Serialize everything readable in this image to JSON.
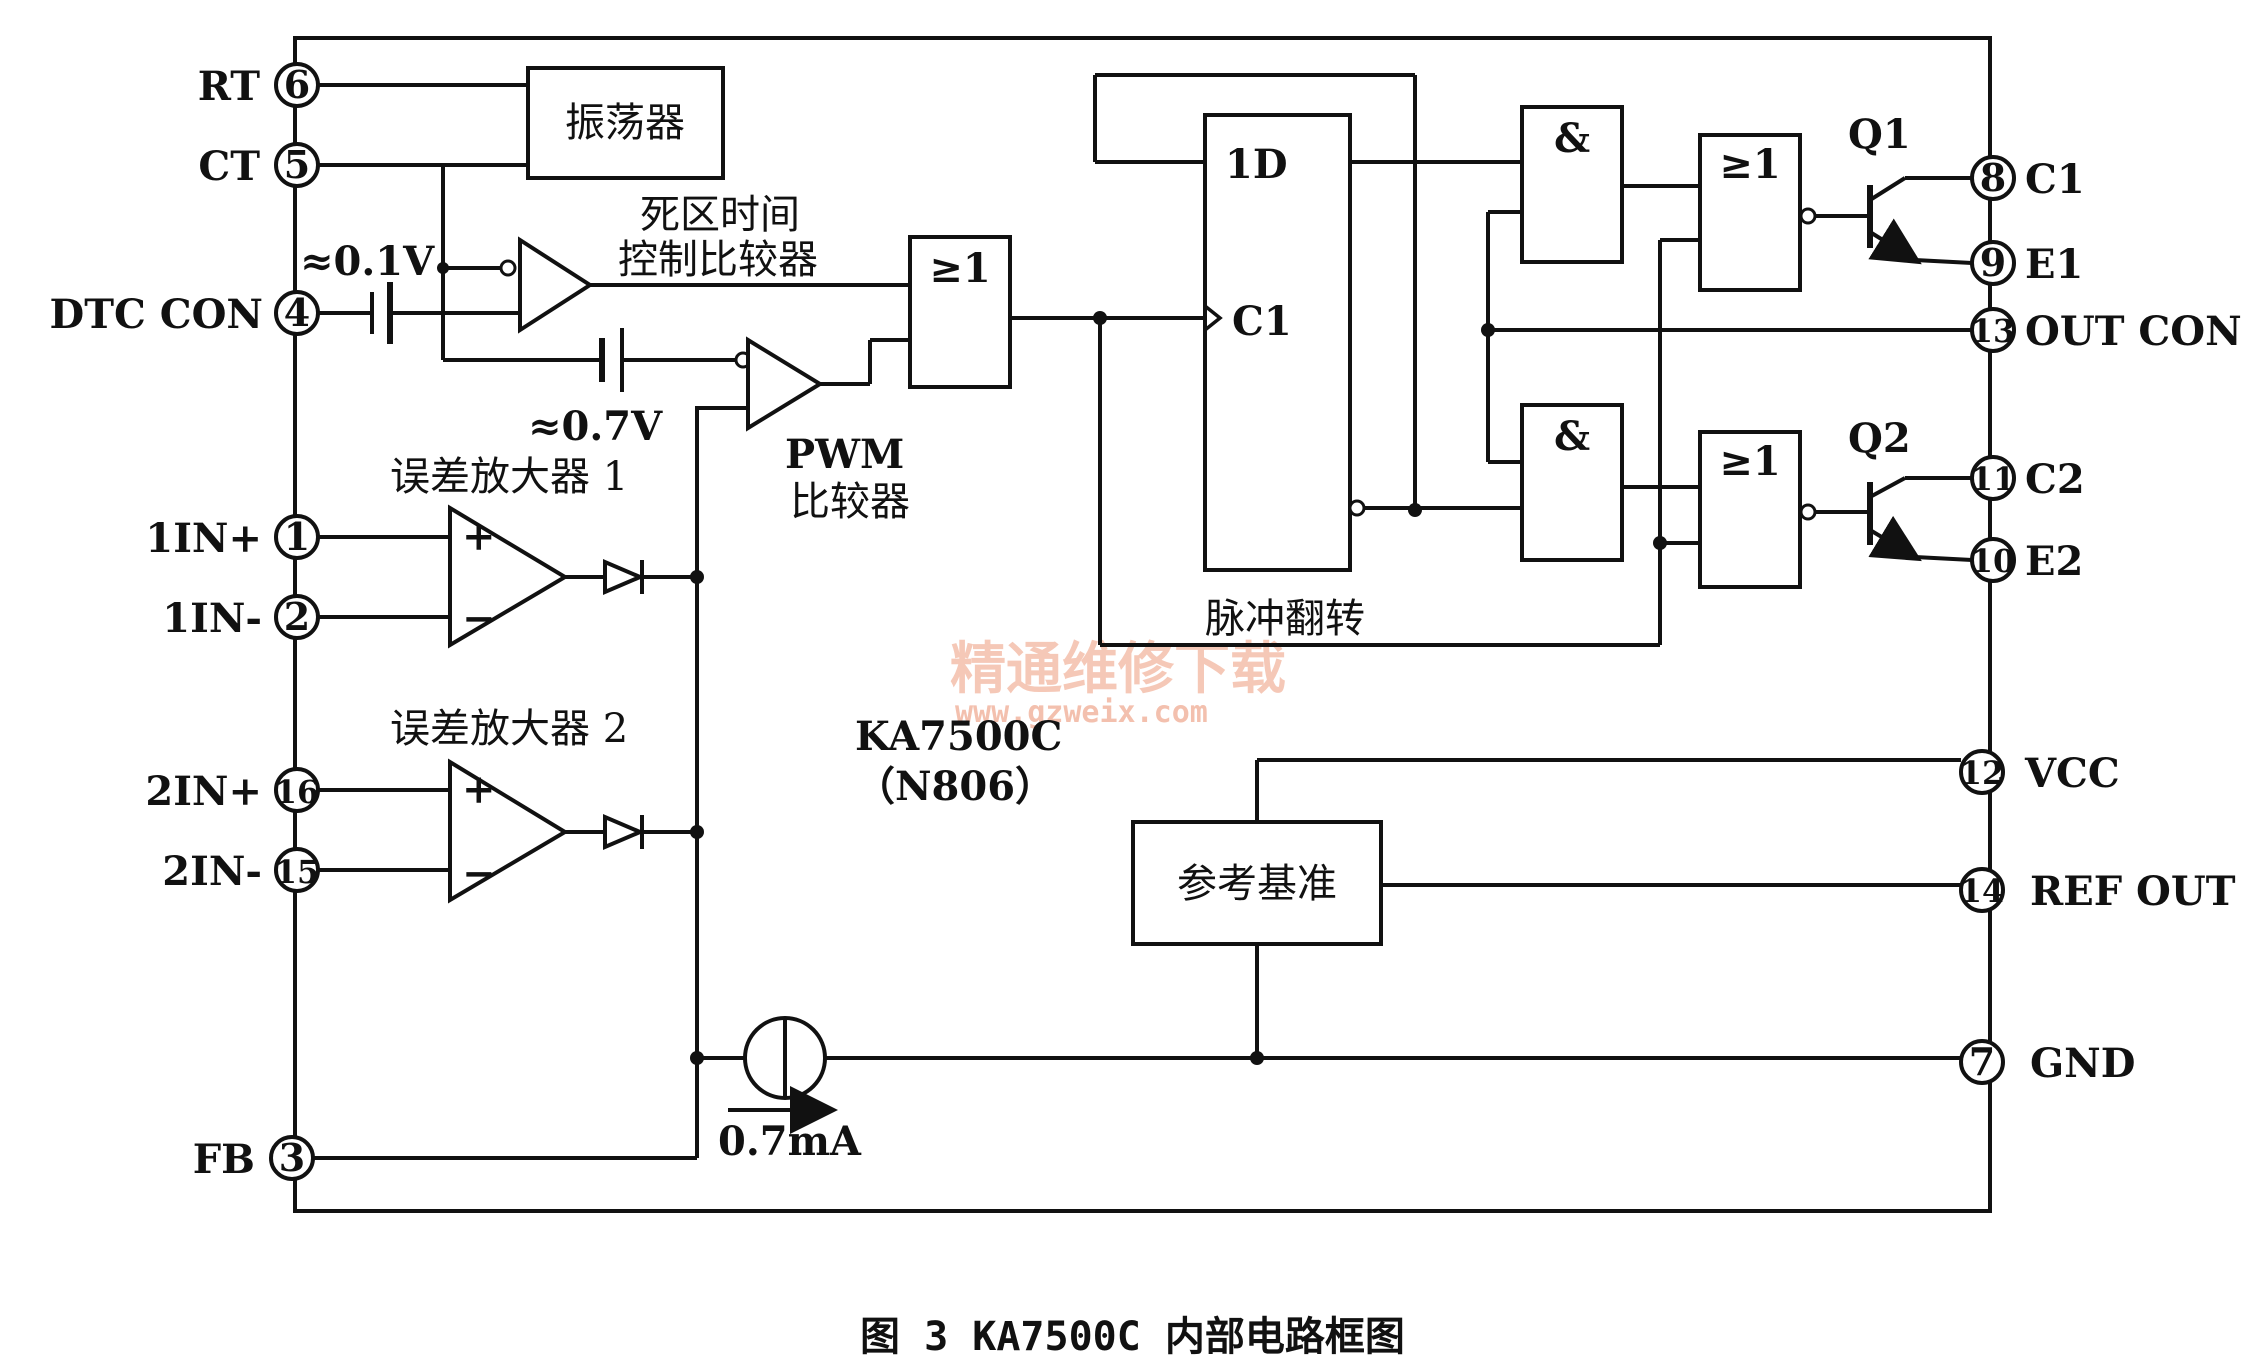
{
  "pins": {
    "rt": {
      "name": "RT",
      "num": "6"
    },
    "ct": {
      "name": "CT",
      "num": "5"
    },
    "dtc": {
      "name": "DTC CON",
      "num": "4"
    },
    "in1p": {
      "name": "1IN+",
      "num": "1"
    },
    "in1n": {
      "name": "1IN-",
      "num": "2"
    },
    "in2p": {
      "name": "2IN+",
      "num": "16"
    },
    "in2n": {
      "name": "2IN-",
      "num": "15"
    },
    "fb": {
      "name": "FB",
      "num": "3"
    },
    "c1": {
      "name": "C1",
      "num": "8"
    },
    "e1": {
      "name": "E1",
      "num": "9"
    },
    "outcon": {
      "name": "OUT CON",
      "num": "13"
    },
    "c2": {
      "name": "C2",
      "num": "11"
    },
    "e2": {
      "name": "E2",
      "num": "10"
    },
    "vcc": {
      "name": "VCC",
      "num": "12"
    },
    "refout": {
      "name": "REF OUT",
      "num": "14"
    },
    "gnd": {
      "name": "GND",
      "num": "7"
    }
  },
  "blocks": {
    "oscillator": "振荡器",
    "dead_time_line1": "死区时间",
    "dead_time_line2": "控制比较器",
    "or_gate": "≥1",
    "flipflop_d": "1D",
    "flipflop_c": "C1",
    "flipflop_caption": "脉冲翻转",
    "and_gate": "&",
    "pwm_line1": "PWM",
    "pwm_line2": "比较器",
    "error_amp1": "误差放大器 1",
    "error_amp2": "误差放大器 2",
    "reference": "参考基准",
    "q1": "Q1",
    "q2": "Q2",
    "plus": "+",
    "minus": "−"
  },
  "annotations": {
    "v01": "≈0.1V",
    "v07": "≈0.7V",
    "current": "0.7mA",
    "chip_name": "KA7500C",
    "chip_alt": "（N806）"
  },
  "watermark": {
    "line1": "精通维修下载",
    "line2": "www.gzweix.com"
  },
  "caption": "图 3  KA7500C 内部电路框图"
}
